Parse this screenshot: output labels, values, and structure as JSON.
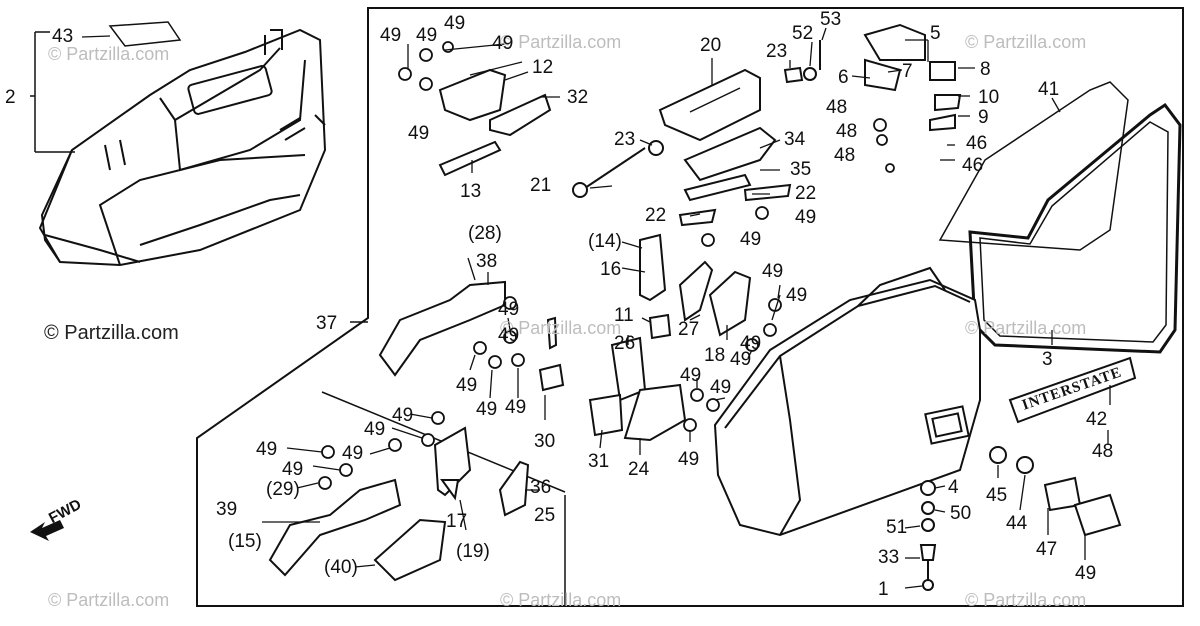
{
  "watermarks": [
    "© Partzilla.com",
    "© Partzilla.com",
    "© Partzilla.com",
    "© Partzilla.com",
    "© Partzilla.com",
    "© Partzilla.com",
    "© Partzilla.com",
    "© Partzilla.com",
    "© Partzilla.com",
    "© Partzilla.com"
  ],
  "brand": "© Partzilla.com",
  "direction": "FWD",
  "emblem_text": "INTERSTATE",
  "part_labels": [
    "43",
    "2",
    "49",
    "49",
    "49",
    "49",
    "12",
    "32",
    "49",
    "13",
    "20",
    "23",
    "52",
    "53",
    "5",
    "6",
    "7",
    "8",
    "48",
    "10",
    "48",
    "9",
    "46",
    "48",
    "46",
    "41",
    "23",
    "34",
    "21",
    "35",
    "22",
    "22",
    "49",
    "49",
    "(14)",
    "16",
    "11",
    "27",
    "49",
    "49",
    "26",
    "18",
    "49",
    "(28)",
    "38",
    "37",
    "49",
    "49",
    "49",
    "49",
    "30",
    "49",
    "31",
    "24",
    "49",
    "49",
    "3",
    "49",
    "49",
    "49",
    "49",
    "49",
    "(29)",
    "39",
    "(15)",
    "17",
    "(19)",
    "36",
    "25",
    "(40)",
    "42",
    "48",
    "4",
    "51",
    "50",
    "45",
    "44",
    "33",
    "47",
    "1",
    "49",
    "49",
    "49"
  ]
}
